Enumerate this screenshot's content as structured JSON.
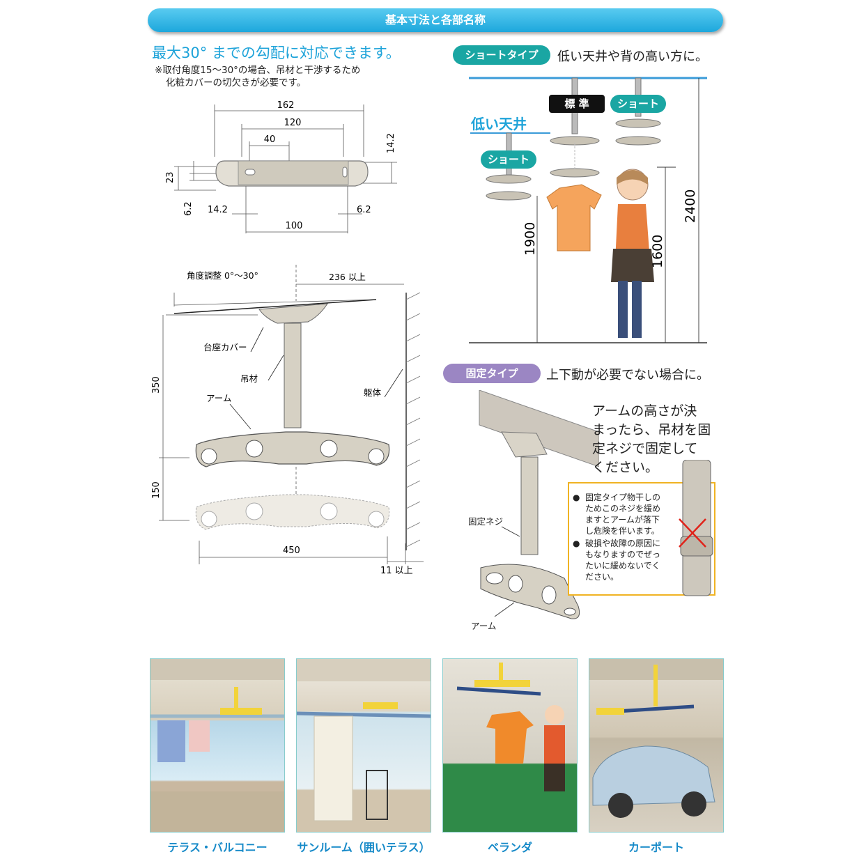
{
  "banner": {
    "title": "基本寸法と各部名称"
  },
  "left": {
    "heading": "最大30° までの勾配に対応できます。",
    "note_line1": "※取付角度15～30°の場合、吊材と干渉するため",
    "note_line2": "化粧カバーの切欠きが必要です。",
    "top_dims": {
      "d162": "162",
      "d120": "120",
      "d40": "40",
      "d142": "14.2",
      "d23": "23",
      "d62a": "6.2",
      "d142b": "14.2",
      "d62b": "6.2",
      "d100": "100"
    },
    "side": {
      "angle_label": "角度調整 0°～30°",
      "clearance": "236 以上",
      "base_cover": "台座カバー",
      "hanger": "吊材",
      "arm": "アーム",
      "body": "躯体",
      "d350": "350",
      "d150": "150",
      "d450": "450",
      "d11": "11 以上"
    }
  },
  "right": {
    "short_pill": "ショートタイプ",
    "short_desc": "低い天井や背の高い方に。",
    "standard_tag": "標 準",
    "short_tag": "ショート",
    "low_ceiling": "低い天井",
    "short_tag2": "ショート",
    "h1900": "1900",
    "h1600": "1600",
    "h2400": "2400",
    "fixed_pill": "固定タイプ",
    "fixed_desc": "上下動が必要でない場合に。",
    "fixed_text": [
      "アームの高さが決",
      "まったら、吊材を固",
      "定ネジで固定して",
      "ください。"
    ],
    "fixing_screw": "固定ネジ",
    "arm": "アーム",
    "warnings": [
      [
        "固定タイプ物干しの",
        "ためこのネジを緩め",
        "ますとアームが落下",
        "し危険を伴います。"
      ],
      [
        "破損や故障の原因に",
        "もなりますのでぜっ",
        "たいに緩めないでく",
        "ださい。"
      ]
    ]
  },
  "photos": [
    {
      "caption": "テラス・バルコニー"
    },
    {
      "caption": "サンルーム（囲いテラス）"
    },
    {
      "caption": "ベランダ"
    },
    {
      "caption": "カーポート"
    }
  ],
  "colors": {
    "banner": "#1da7dc",
    "teal": "#1aa6a3",
    "purple": "#9b86c3",
    "caption": "#1589c8",
    "warn_border": "#f0b323"
  }
}
